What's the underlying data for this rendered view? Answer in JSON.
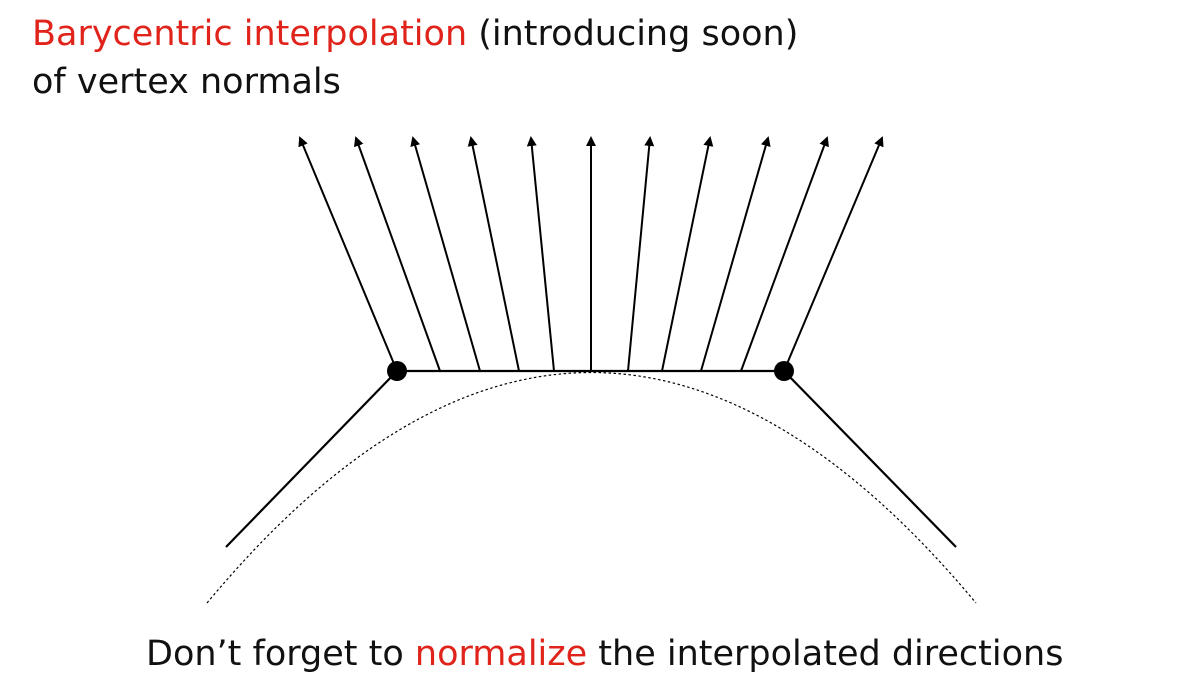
{
  "title": {
    "highlight": "Barycentric interpolation",
    "rest": " (introducing soon)",
    "line2": "of vertex normals"
  },
  "caption": {
    "before": "Don’t forget to ",
    "highlight": "normalize",
    "after": " the interpolated directions"
  },
  "colors": {
    "accent": "#e0241b",
    "text": "#111111",
    "line": "#000000"
  },
  "diagram": {
    "vertex_count": 2,
    "interpolated_normal_count": 11,
    "surface_style": "dotted arc",
    "polyline_segments": 3
  }
}
